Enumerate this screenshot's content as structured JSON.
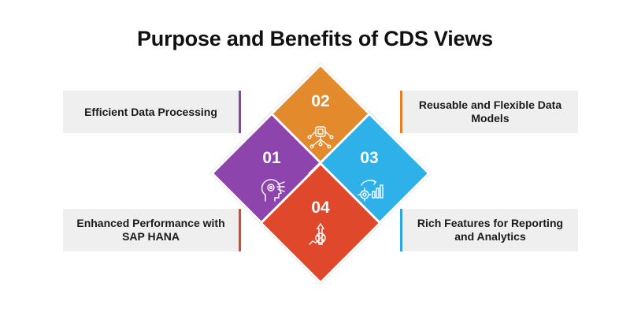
{
  "title": "Purpose and Benefits of CDS Views",
  "items": [
    {
      "number": "01",
      "label": "Efficient Data Processing",
      "color": "#8e44ad",
      "icon": "brain-gears-icon"
    },
    {
      "number": "02",
      "label": "Reusable and Flexible Data Models",
      "color": "#e67e22",
      "icon": "network-chip-icon"
    },
    {
      "number": "03",
      "label": "Enhanced Performance with SAP HANA",
      "color": "#e8442a",
      "icon": "gear-chart-icon"
    },
    {
      "number": "04",
      "label": "Rich Features for Reporting and Analytics",
      "color": "#2aa7e0",
      "icon": "speed-arrow-icon"
    }
  ],
  "diamond_colors": {
    "01": "#8e44ad",
    "02": "#e38b2c",
    "03": "#2eb0e8",
    "04": "#e0482b"
  }
}
